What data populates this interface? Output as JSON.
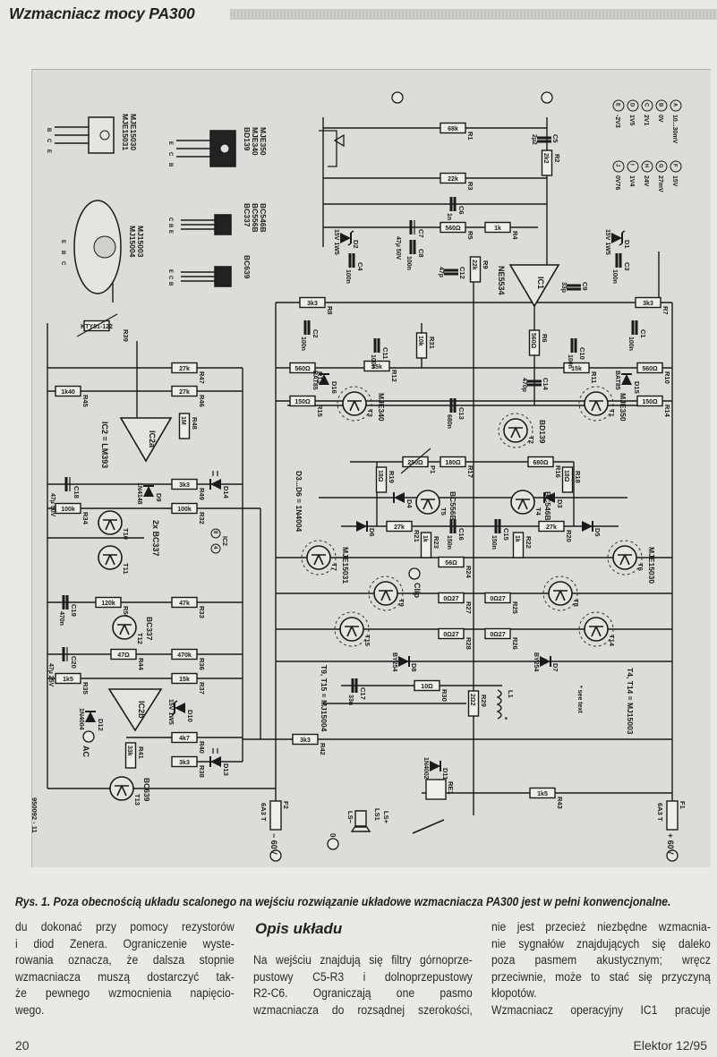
{
  "header": {
    "title": "Wzmacniacz mocy PA300"
  },
  "schematic": {
    "voltage_legend": [
      {
        "key": "A",
        "value": "10...30mV"
      },
      {
        "key": "B",
        "value": "0V"
      },
      {
        "key": "C",
        "value": "2V1"
      },
      {
        "key": "D",
        "value": "1V5"
      },
      {
        "key": "E",
        "value": "-2V3"
      },
      {
        "key": "F",
        "value": "15V"
      },
      {
        "key": "G",
        "value": "27mV"
      },
      {
        "key": "H",
        "value": "24V"
      },
      {
        "key": "I",
        "value": "1V4"
      },
      {
        "key": "J",
        "value": "0V76"
      }
    ],
    "packages": [
      {
        "types": [
          "MJE15030",
          "MJE15031"
        ],
        "pins": [
          "B",
          "C",
          "E"
        ]
      },
      {
        "types": [
          "MJE350",
          "MJE340",
          "BD139"
        ],
        "pins": [
          "E",
          "C",
          "B"
        ]
      },
      {
        "types": [
          "MJ15003",
          "MJ15004"
        ],
        "pins": [
          "E",
          "B",
          "C"
        ]
      },
      {
        "types": [
          "BC546B",
          "BC556B",
          "BC337"
        ],
        "pins": [
          "C",
          "B",
          "E"
        ]
      },
      {
        "types": [
          "BC639"
        ],
        "pins": [
          "E",
          "C",
          "B"
        ]
      }
    ],
    "components": [
      {
        "ref": "R1",
        "value": "68k"
      },
      {
        "ref": "R2",
        "value": "2k2"
      },
      {
        "ref": "R3",
        "value": "22k"
      },
      {
        "ref": "R4",
        "value": "1k"
      },
      {
        "ref": "R5",
        "value": "560Ω"
      },
      {
        "ref": "R6",
        "value": "560Ω"
      },
      {
        "ref": "R7",
        "value": "3k3"
      },
      {
        "ref": "R8",
        "value": "3k3"
      },
      {
        "ref": "R9",
        "value": "22k"
      },
      {
        "ref": "R10",
        "value": "560Ω"
      },
      {
        "ref": "R11",
        "value": "15k"
      },
      {
        "ref": "R12",
        "value": "15k"
      },
      {
        "ref": "R13",
        "value": "560Ω"
      },
      {
        "ref": "R14",
        "value": "150Ω"
      },
      {
        "ref": "R15",
        "value": "150Ω"
      },
      {
        "ref": "R16",
        "value": "680Ω"
      },
      {
        "ref": "R17",
        "value": "180Ω"
      },
      {
        "ref": "R18",
        "value": "18Ω"
      },
      {
        "ref": "R19",
        "value": "18Ω"
      },
      {
        "ref": "R20",
        "value": "27k"
      },
      {
        "ref": "R21",
        "value": "27k"
      },
      {
        "ref": "R22",
        "value": "1k"
      },
      {
        "ref": "R23",
        "value": "1k"
      },
      {
        "ref": "R24",
        "value": "56Ω"
      },
      {
        "ref": "R25",
        "value": "0Ω27"
      },
      {
        "ref": "R26",
        "value": "0Ω27"
      },
      {
        "ref": "R27",
        "value": "0Ω27"
      },
      {
        "ref": "R28",
        "value": "0Ω27"
      },
      {
        "ref": "R29",
        "value": "2Ω2"
      },
      {
        "ref": "R30",
        "value": "10Ω"
      },
      {
        "ref": "R31",
        "value": "10k"
      },
      {
        "ref": "R32",
        "value": "100k"
      },
      {
        "ref": "R33",
        "value": "47k"
      },
      {
        "ref": "R34",
        "value": "100k"
      },
      {
        "ref": "R35",
        "value": "1k5"
      },
      {
        "ref": "R36",
        "value": "470k"
      },
      {
        "ref": "R37",
        "value": "15k"
      },
      {
        "ref": "R38",
        "value": "3k3"
      },
      {
        "ref": "R39",
        "value": "KTY81-122"
      },
      {
        "ref": "R40",
        "value": "4k7"
      },
      {
        "ref": "R41",
        "value": "33k"
      },
      {
        "ref": "R42",
        "value": "3k3"
      },
      {
        "ref": "R43",
        "value": "1k5"
      },
      {
        "ref": "R44",
        "value": "47Ω"
      },
      {
        "ref": "R45",
        "value": "1k40"
      },
      {
        "ref": "R46",
        "value": "27k"
      },
      {
        "ref": "R47",
        "value": "27k"
      },
      {
        "ref": "R48",
        "value": "1M"
      },
      {
        "ref": "R49",
        "value": "3k3"
      },
      {
        "ref": "R50",
        "value": "120k"
      },
      {
        "ref": "P1",
        "value": "250Ω"
      },
      {
        "ref": "C1",
        "value": "100n"
      },
      {
        "ref": "C2",
        "value": "100n"
      },
      {
        "ref": "C3",
        "value": "100n"
      },
      {
        "ref": "C4",
        "value": "100n"
      },
      {
        "ref": "C5",
        "value": "2µ2"
      },
      {
        "ref": "C6",
        "value": "1n"
      },
      {
        "ref": "C7",
        "value": "47µ 50V"
      },
      {
        "ref": "C8",
        "value": "100n"
      },
      {
        "ref": "C9",
        "value": "33p"
      },
      {
        "ref": "C10",
        "value": "100n"
      },
      {
        "ref": "C11",
        "value": "100n"
      },
      {
        "ref": "C12",
        "value": "47p"
      },
      {
        "ref": "C13",
        "value": "680n"
      },
      {
        "ref": "C14",
        "value": "470p"
      },
      {
        "ref": "C15",
        "value": "150n"
      },
      {
        "ref": "C16",
        "value": "150n"
      },
      {
        "ref": "C17",
        "value": "33n"
      },
      {
        "ref": "C18",
        "value": "47µ 50V"
      },
      {
        "ref": "C19",
        "value": "470n"
      },
      {
        "ref": "C20",
        "value": "47µ 25V"
      },
      {
        "ref": "D1",
        "value": "15V 1W5"
      },
      {
        "ref": "D2",
        "value": "15V 1W5"
      },
      {
        "ref": "D3",
        "value": ""
      },
      {
        "ref": "D4",
        "value": ""
      },
      {
        "ref": "D5",
        "value": ""
      },
      {
        "ref": "D6",
        "value": ""
      },
      {
        "ref": "D7",
        "value": "BY254"
      },
      {
        "ref": "D8",
        "value": "BY254"
      },
      {
        "ref": "D9",
        "value": "1N4148"
      },
      {
        "ref": "D10",
        "value": "15V 1W5"
      },
      {
        "ref": "D11",
        "value": "1N4002"
      },
      {
        "ref": "D12",
        "value": "1N4004"
      },
      {
        "ref": "D13",
        "value": ""
      },
      {
        "ref": "D14",
        "value": ""
      },
      {
        "ref": "D15",
        "value": "BAT85"
      },
      {
        "ref": "D16",
        "value": "BAT85"
      },
      {
        "ref": "T1",
        "value": "MJE350"
      },
      {
        "ref": "T2",
        "value": "BD139"
      },
      {
        "ref": "T3",
        "value": "MJE340"
      },
      {
        "ref": "T4",
        "value": "BC546B"
      },
      {
        "ref": "T5",
        "value": "BC556B"
      },
      {
        "ref": "T6",
        "value": "MJE15030"
      },
      {
        "ref": "T7",
        "value": "MJE15031"
      },
      {
        "ref": "T8",
        "value": ""
      },
      {
        "ref": "T9",
        "value": ""
      },
      {
        "ref": "T10",
        "value": ""
      },
      {
        "ref": "T11",
        "value": ""
      },
      {
        "ref": "T12",
        "value": "BC337"
      },
      {
        "ref": "T13",
        "value": "BC639"
      },
      {
        "ref": "T14",
        "value": ""
      },
      {
        "ref": "T15",
        "value": ""
      },
      {
        "ref": "IC1",
        "value": "NE5534"
      },
      {
        "ref": "IC2a",
        "value": ""
      },
      {
        "ref": "IC2b",
        "value": ""
      },
      {
        "ref": "F1",
        "value": "6A3 T"
      },
      {
        "ref": "F2",
        "value": "6A3 T"
      },
      {
        "ref": "RE1",
        "value": ""
      },
      {
        "ref": "L1",
        "value": "*"
      },
      {
        "ref": "LS1",
        "value": ""
      }
    ],
    "notes": {
      "ic2": "IC2 = LM393",
      "t10_t11": "2x BC337",
      "d3_d6": "D3...D6 = 1N4004",
      "t9_t15": "T9, T15 = MJ15004",
      "t4_t14": "T4, T14 = MJ15003",
      "see_text": "* see text",
      "drawing_no": "950092 - 11",
      "clip": "Clip",
      "ac": "AC",
      "plus60": "+ 60V",
      "minus60": "− 60V",
      "zero": "0",
      "ls_plus": "LS+",
      "ls_minus": "LS−",
      "ic2_pin8": "8",
      "ic2_pin4": "4",
      "ic2_label": "IC2"
    }
  },
  "caption": "Rys. 1. Poza obecnością układu scalonego na wejściu rozwiązanie układowe wzmacniacza PA300 jest w pełni konwencjonalne.",
  "article": {
    "col1": [
      "du dokonać przy pomocy rezystorów",
      "i diod Zenera. Ograniczenie wyste-",
      "rowania oznacza, że dalsza stopnie",
      "wzmacniacza muszą dostarczyć tak-",
      "że pewnego wzmocnienia napięcio-",
      "wego."
    ],
    "col2_heading": "Opis układu",
    "col2": [
      "Na wejściu znajdują się filtry górnoprze-",
      "pustowy C5-R3 i dolnoprzepustowy",
      "R2-C6. Ograniczają one pasmo",
      "wzmacniacza do rozsądnej szerokości,"
    ],
    "col3": [
      "nie jest przecież niezbędne wzmacnia-",
      "nie sygnałów znajdujących się daleko",
      "poza pasmem akustycznym; wręcz",
      "przeciwnie, może to stać się przyczyną",
      "kłopotów.",
      "Wzmacniacz operacyjny IC1 pracuje"
    ]
  },
  "footer": {
    "page": "20",
    "issue": "Elektor 12/95"
  }
}
